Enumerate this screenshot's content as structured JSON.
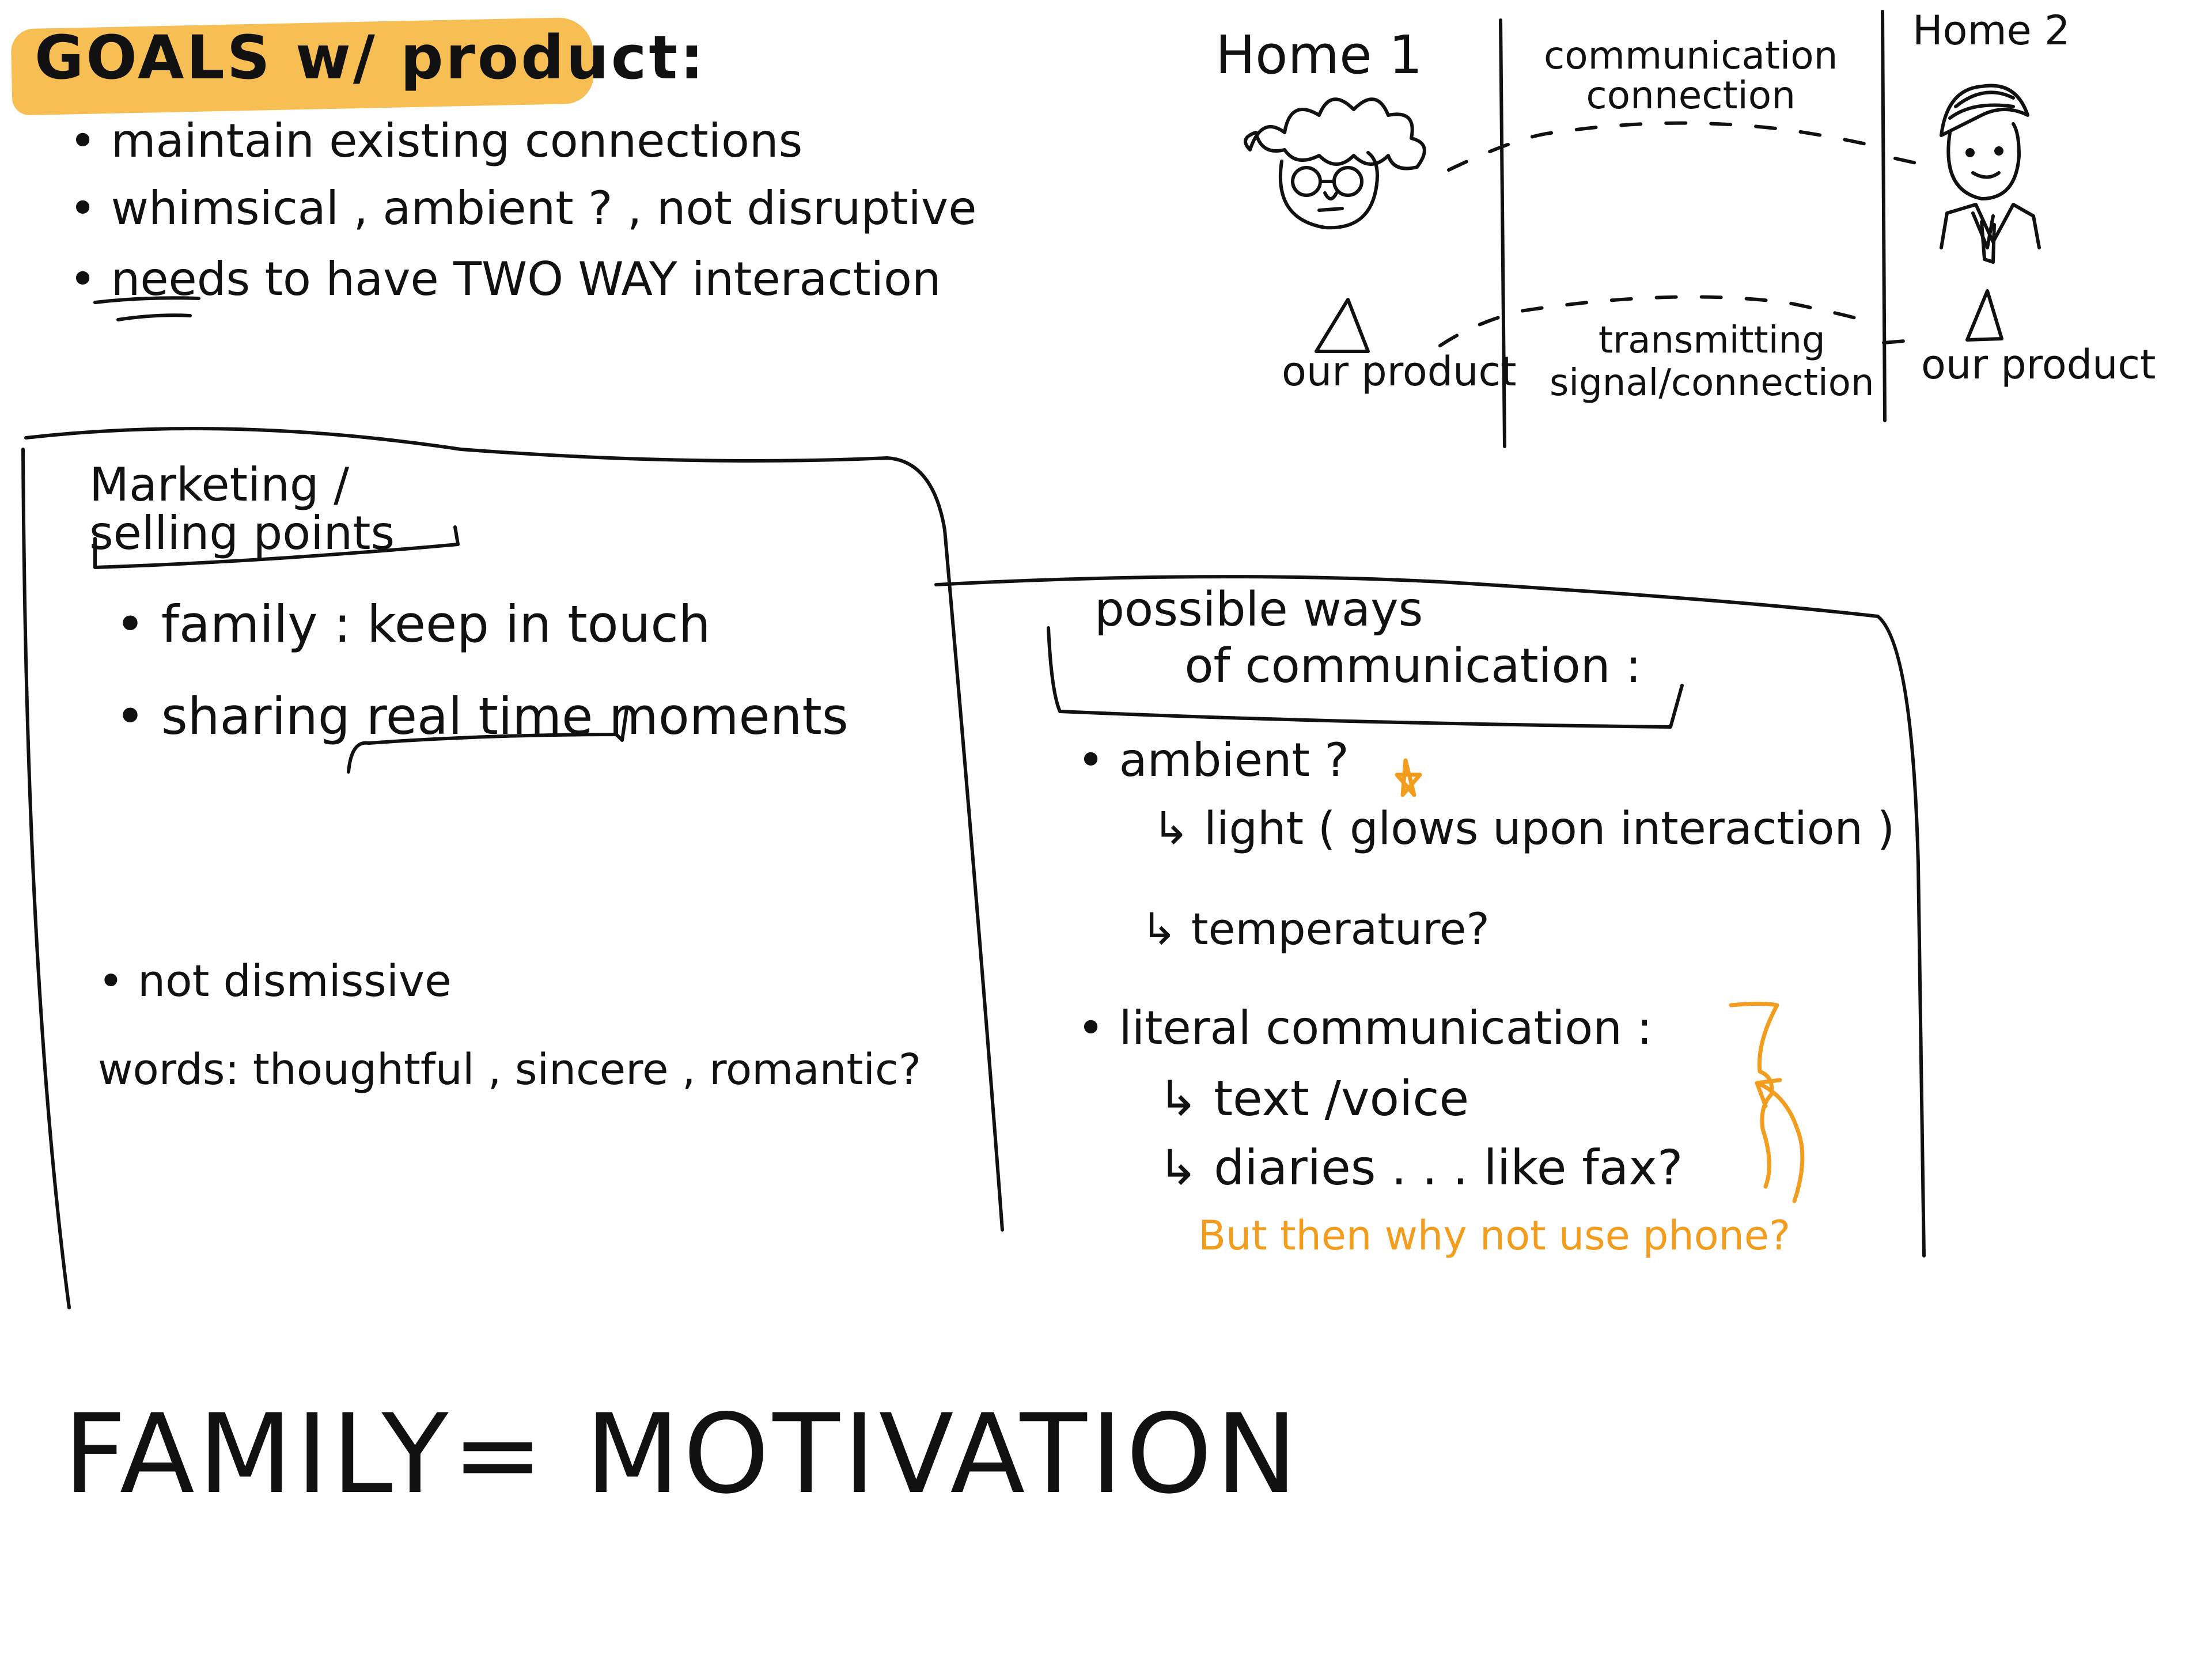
{
  "colors": {
    "ink": "#111111",
    "highlight": "#f5b335",
    "accent_orange": "#f29d1e",
    "background": "#ffffff"
  },
  "goals": {
    "title": "GOALS w/ product:",
    "items": [
      "• maintain existing connections",
      "• whimsical , ambient ? , not disruptive",
      "• needs to have TWO WAY interaction"
    ]
  },
  "diagram": {
    "home1": "Home 1",
    "home2": "Home 2",
    "communication_connection": "communication\nconnection",
    "transmitting": "transmitting\nsignal/connection",
    "our_product_left": "our product",
    "our_product_right": "our product",
    "icons": [
      "person-curly-hair-glasses-icon",
      "person-short-hair-tie-icon",
      "triangle-product-icon"
    ]
  },
  "marketing": {
    "title": "Marketing /\nselling points",
    "items": [
      "• family : keep in touch",
      "• sharing real time moments",
      "• not dismissive",
      "words: thoughtful , sincere , romantic?"
    ]
  },
  "ways": {
    "title": "possible ways\n      of communication :",
    "ambient": "• ambient ?",
    "ambient_subs": [
      "↳ light ( glows upon interaction )",
      "↳ temperature?"
    ],
    "literal": "• literal communication :",
    "literal_subs": [
      "↳ text /voice",
      "↳ diaries . . . like fax?"
    ],
    "note": "But then why not use phone?",
    "star_icon": "star-icon"
  },
  "bottom": {
    "headline": "FAMILY= MOTIVATION"
  }
}
